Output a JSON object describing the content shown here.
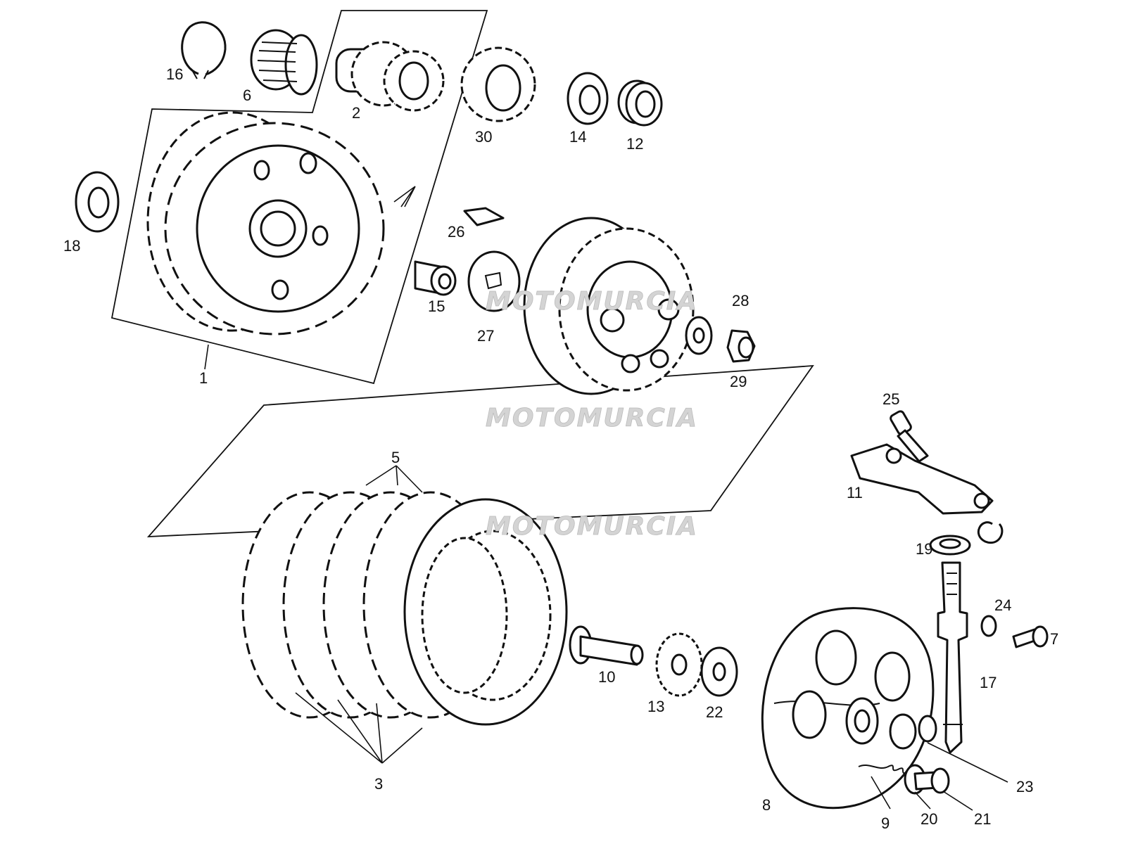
{
  "diagram": {
    "callouts": {
      "c1": "1",
      "c2": "2",
      "c3": "3",
      "c5": "5",
      "c6": "6",
      "c7": "7",
      "c8": "8",
      "c9": "9",
      "c10": "10",
      "c11": "11",
      "c12": "12",
      "c13": "13",
      "c14": "14",
      "c15": "15",
      "c16": "16",
      "c17": "17",
      "c18": "18",
      "c19": "19",
      "c20": "20",
      "c21": "21",
      "c22": "22",
      "c23": "23",
      "c24": "24",
      "c25": "25",
      "c26": "26",
      "c27": "27",
      "c28": "28",
      "c29": "29",
      "c30": "30"
    },
    "watermark": "MOTOMURCIA"
  }
}
